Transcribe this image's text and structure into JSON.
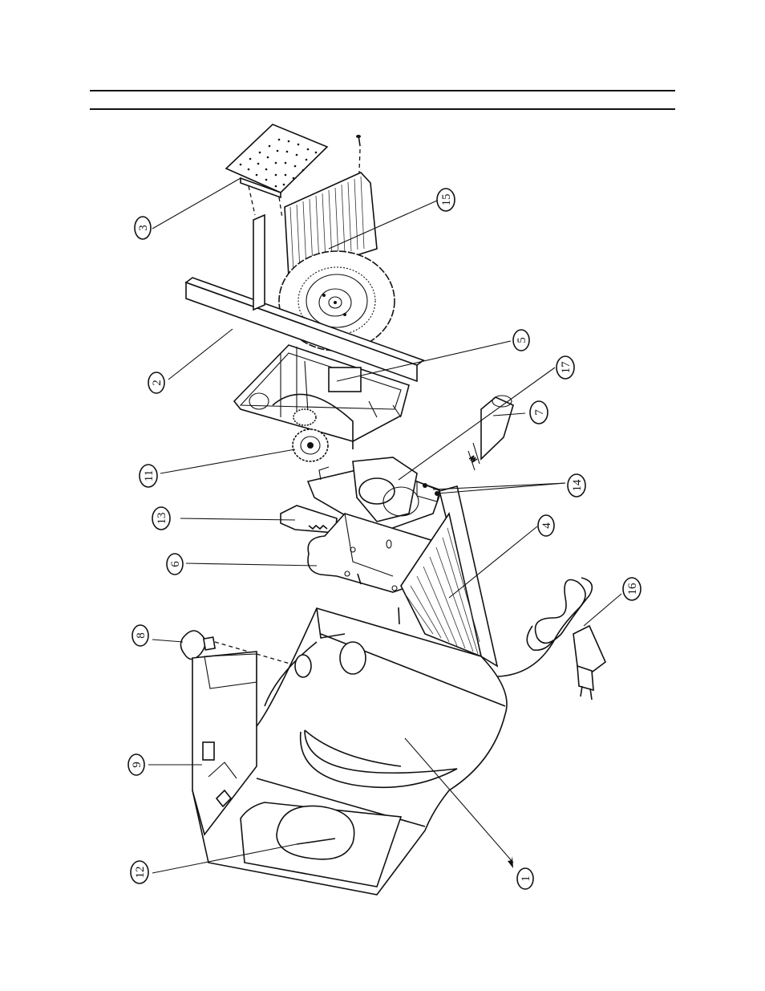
{
  "figure": {
    "type": "exploded-assembly-drawing",
    "callouts": [
      {
        "id": "p3",
        "label": "3"
      },
      {
        "id": "p15",
        "label": "15"
      },
      {
        "id": "p2",
        "label": "2"
      },
      {
        "id": "p5",
        "label": "5"
      },
      {
        "id": "p17",
        "label": "17"
      },
      {
        "id": "p7",
        "label": "7"
      },
      {
        "id": "p11",
        "label": "11"
      },
      {
        "id": "p14",
        "label": "14"
      },
      {
        "id": "p13",
        "label": "13"
      },
      {
        "id": "p4",
        "label": "4"
      },
      {
        "id": "p6",
        "label": "6"
      },
      {
        "id": "p16",
        "label": "16"
      },
      {
        "id": "p8",
        "label": "8"
      },
      {
        "id": "p9",
        "label": "9"
      },
      {
        "id": "p12",
        "label": "12"
      },
      {
        "id": "p1",
        "label": "1"
      }
    ]
  }
}
